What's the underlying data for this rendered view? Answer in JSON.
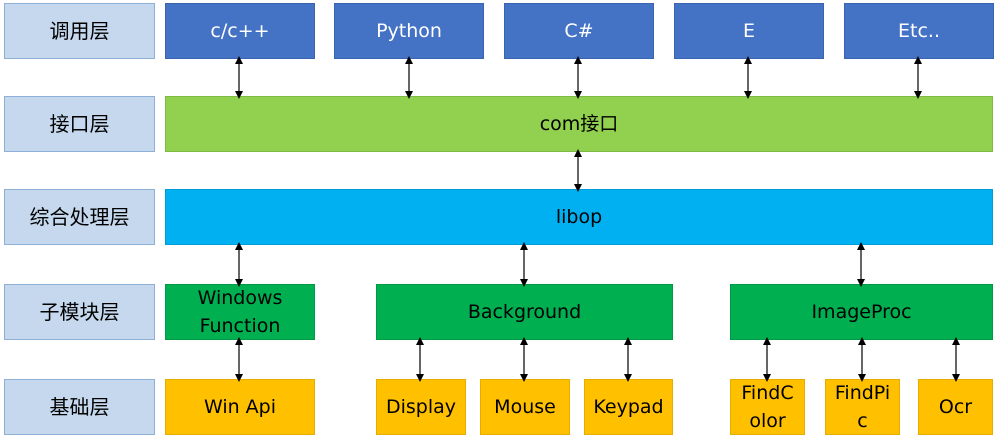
{
  "layers": [
    {
      "label": "调用层"
    },
    {
      "label": "接口层"
    },
    {
      "label": "综合处理层"
    },
    {
      "label": "子模块层"
    },
    {
      "label": "基础层"
    }
  ],
  "languages": [
    "c/c++",
    "Python",
    "C#",
    "E",
    "Etc.."
  ],
  "interface": "com接口",
  "core": "libop",
  "modules": {
    "windows_function": "Windows Function",
    "background": "Background",
    "imageproc": "ImageProc"
  },
  "base": {
    "win_api": "Win Api",
    "display": "Display",
    "mouse": "Mouse",
    "keypad": "Keypad",
    "findcolor": "FindColor",
    "findpic": "FindPic",
    "ocr": "Ocr"
  },
  "colors": {
    "layer_label": "#c5d8ee",
    "language": "#4472c4",
    "interface": "#92d050",
    "core": "#00b0f0",
    "module": "#00b050",
    "base": "#ffc000"
  }
}
